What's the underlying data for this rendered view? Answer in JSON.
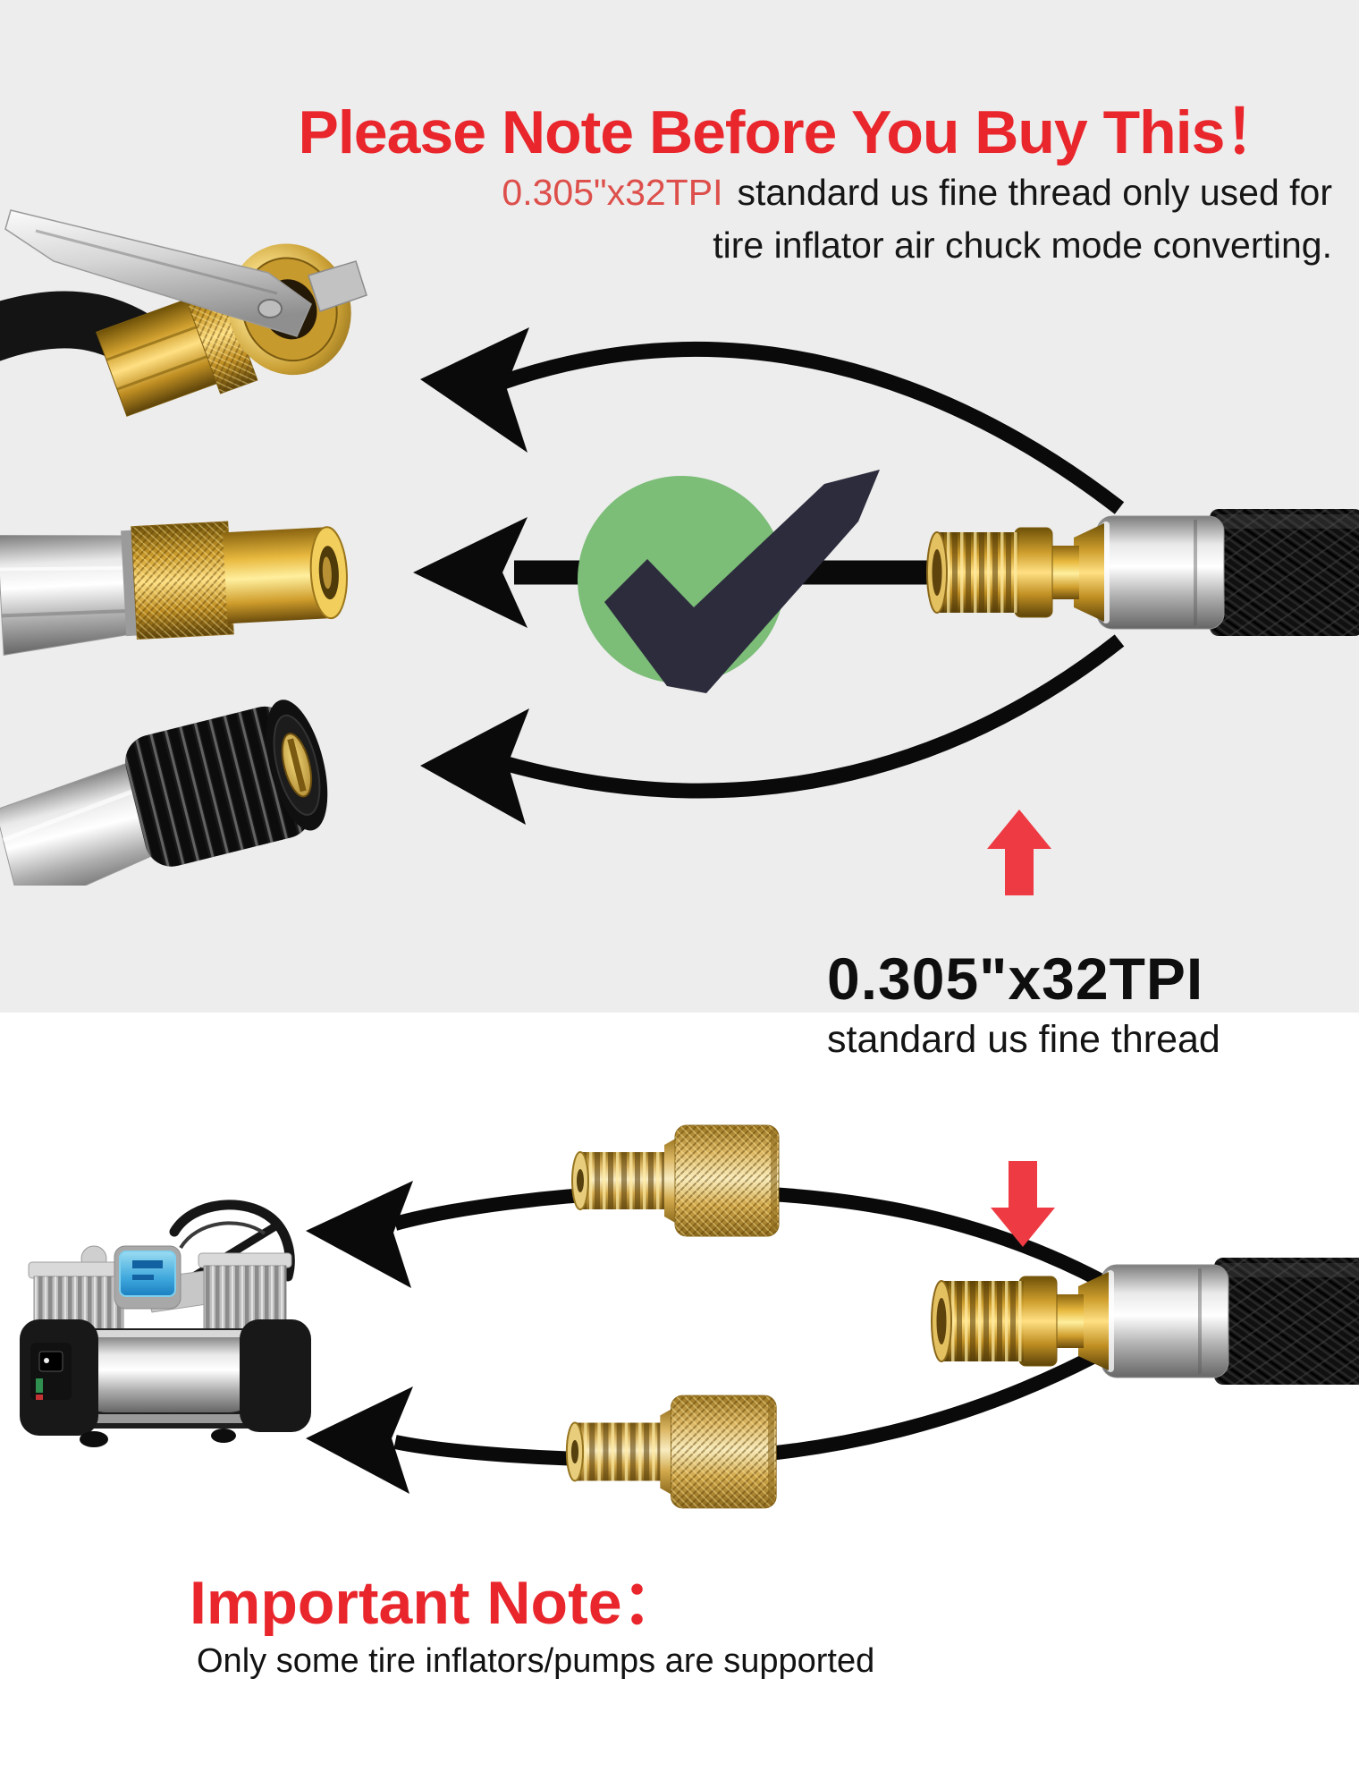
{
  "page": {
    "kind": "product-warning-infographic"
  },
  "colors": {
    "background_top": "#ededed",
    "background_bottom": "#ffffff",
    "title_red": "#e8262c",
    "subtitle_red": "#dd4f4b",
    "arrow_red": "#ee3a43",
    "text_black": "#121212",
    "check_circle_green": "#7cbd78",
    "check_mark_navy": "#2c2c3d",
    "arrow_black": "#0a0a0a",
    "brass_gold": "#d3a33c",
    "chrome_silver": "#c9c9c9"
  },
  "header": {
    "title": "Please Note Before You Buy This！",
    "subtitle_highlight": "0.305\"x32TPI",
    "subtitle_rest": "standard us fine thread only used for",
    "subtitle_line2": "tire inflator air chuck mode converting."
  },
  "compatibility": {
    "status": "compatible",
    "badge_icon": "check-mark",
    "left_items": [
      "lock-on air chuck",
      "brass nozzle tip",
      "twist-on air chuck"
    ],
    "right_item": "hose with male fine thread fitting"
  },
  "spec": {
    "size_label": "0.305\"x32TPI",
    "size_sublabel": "standard us fine thread"
  },
  "conversion": {
    "device": "portable tire inflator pump",
    "adapters": [
      "brass thread adapter",
      "brass thread adapter"
    ]
  },
  "note": {
    "heading": "Important Note：",
    "body": "Only some tire inflators/pumps are supported"
  }
}
